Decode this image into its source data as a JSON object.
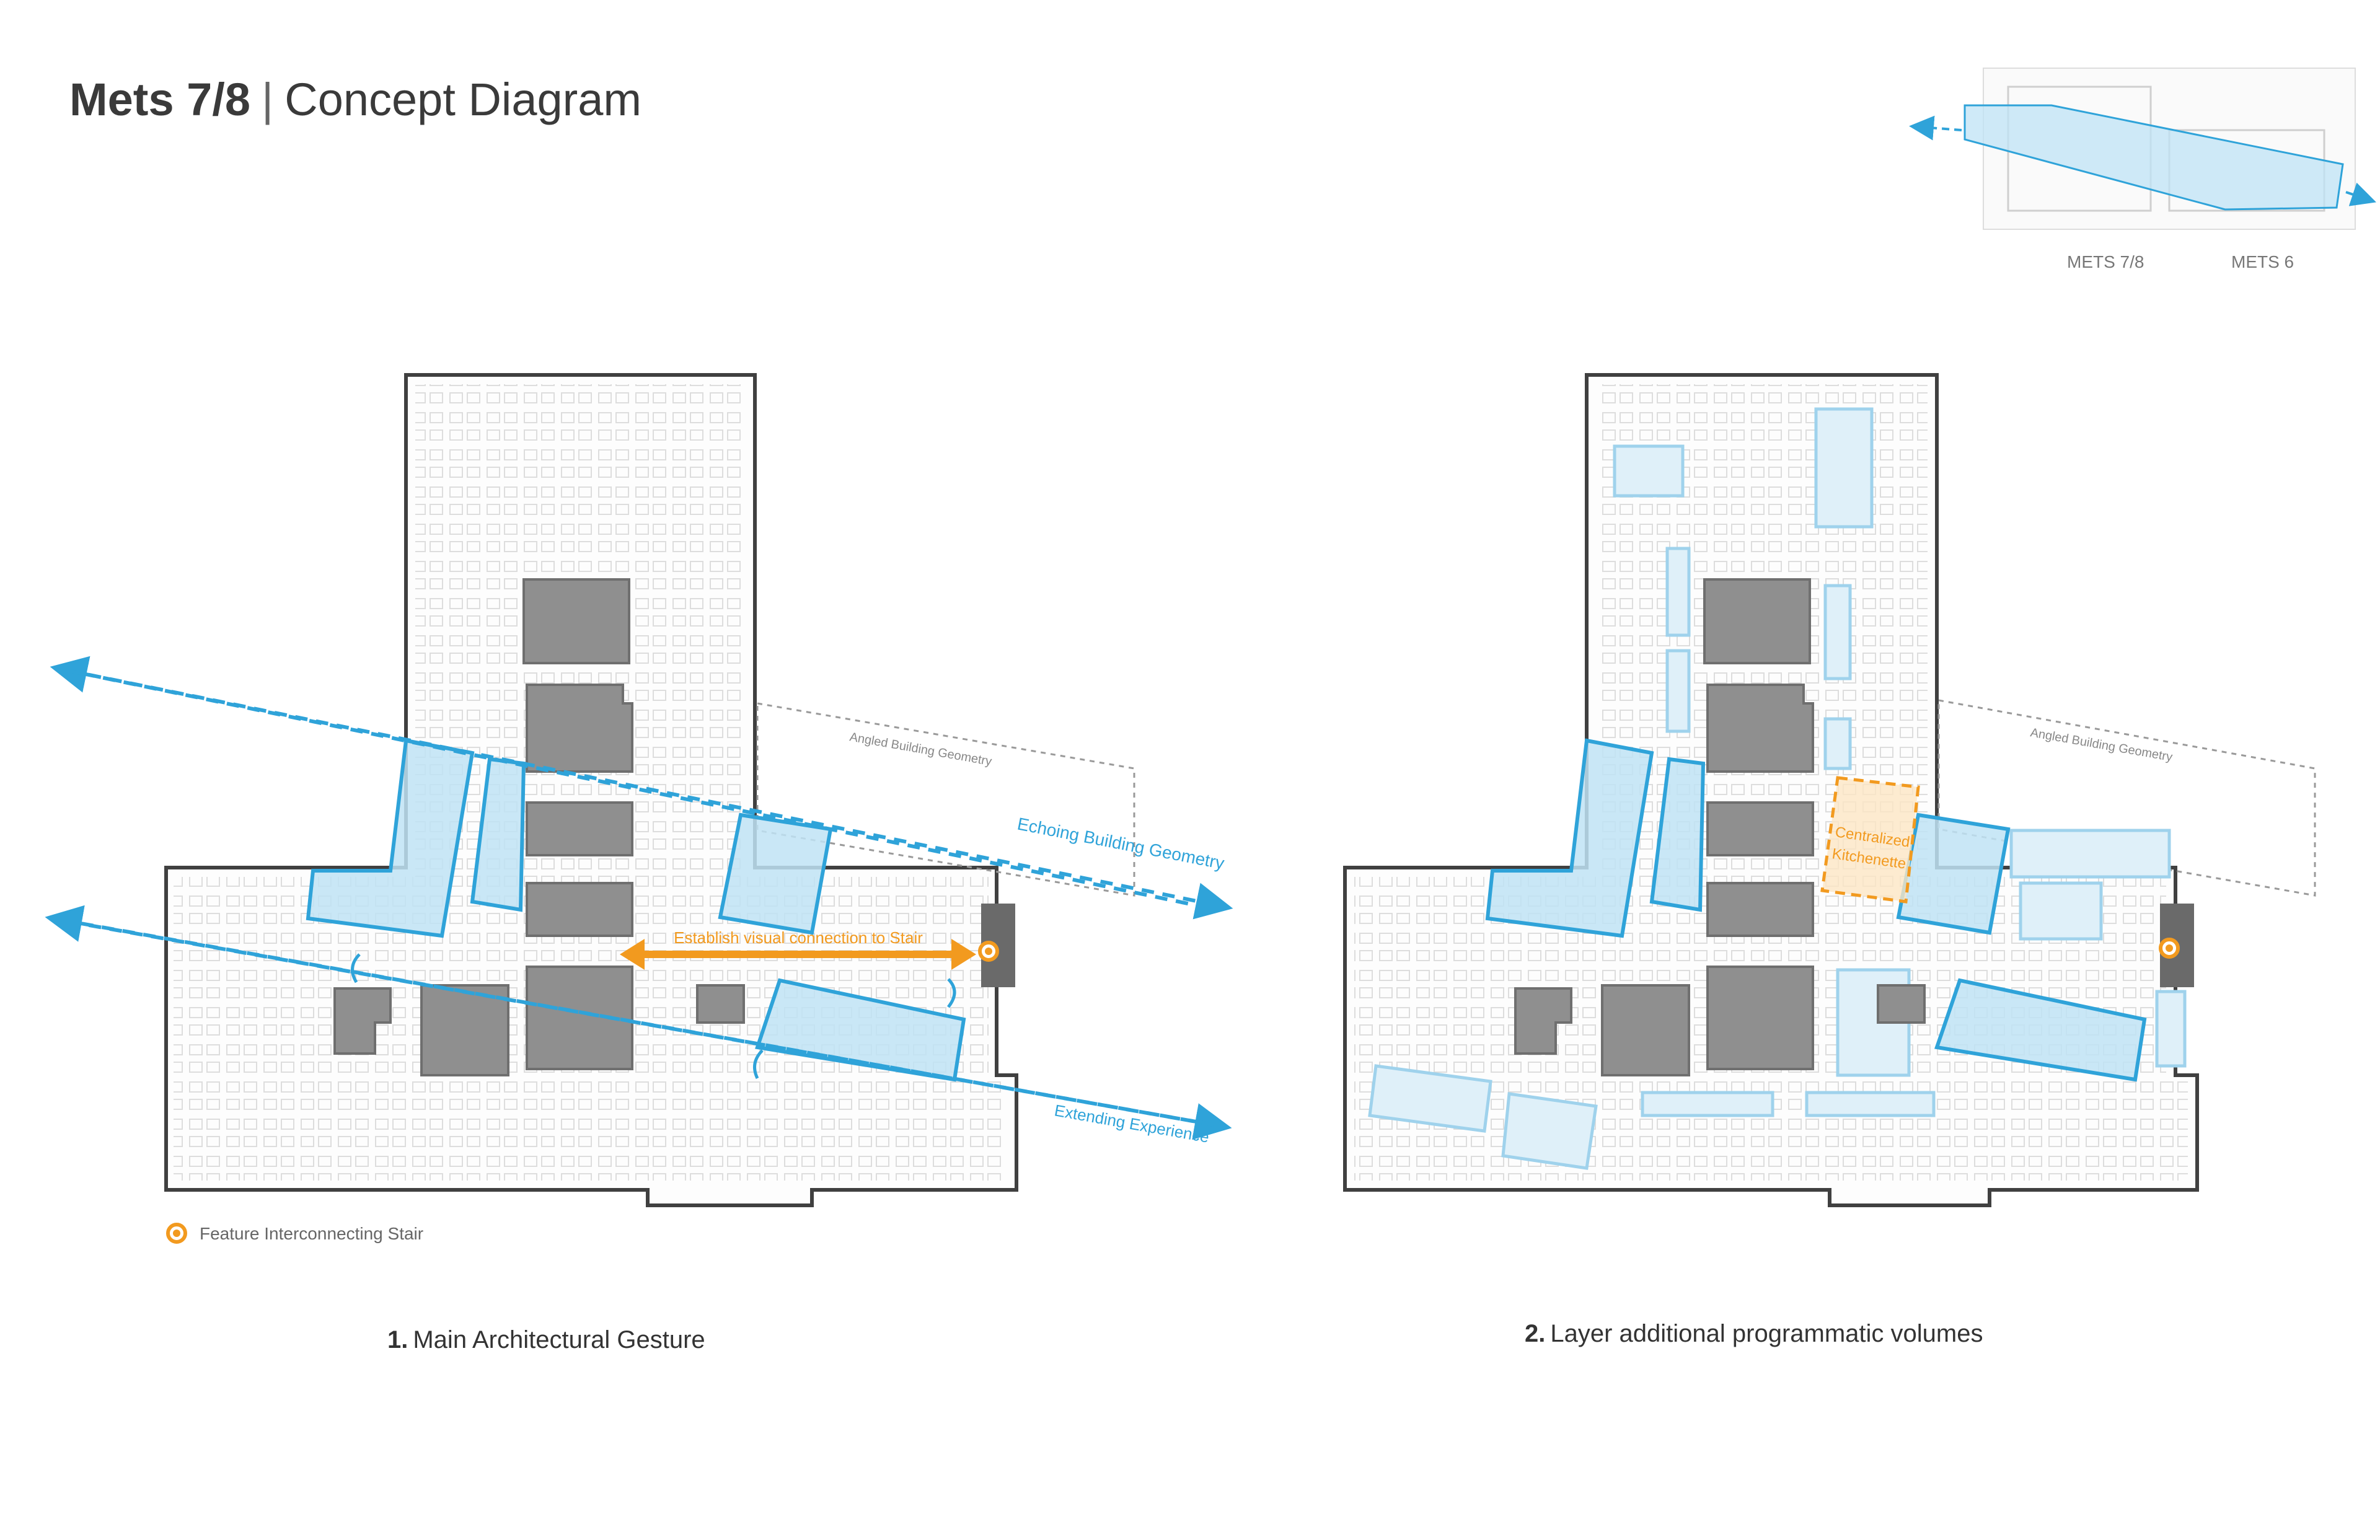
{
  "header": {
    "title_bold": "Mets 7/8",
    "separator": "|",
    "title_rest": "Concept Diagram"
  },
  "keymap": {
    "label_left": "METS 7/8",
    "label_right": "METS 6"
  },
  "diagram1": {
    "annotations": {
      "echoing": "Echoing Building Geometry",
      "extending": "Extending Experience",
      "angled_left": "Angled Building Geometry",
      "visual": "Establish visual connection to Stair"
    },
    "legend": "Feature Interconnecting Stair",
    "caption_num": "1.",
    "caption_text": "Main Architectural Gesture"
  },
  "diagram2": {
    "annotations": {
      "angled_right": "Angled Building Geometry",
      "kitchen_line1": "Centralized",
      "kitchen_line2": "Kitchenette"
    },
    "caption_num": "2.",
    "caption_text": "Layer additional programmatic volumes"
  },
  "colors": {
    "accent_blue": "#2fa3d9",
    "accent_orange": "#f29a1f",
    "core_gray": "#8f8f8f",
    "outline": "#404040"
  }
}
